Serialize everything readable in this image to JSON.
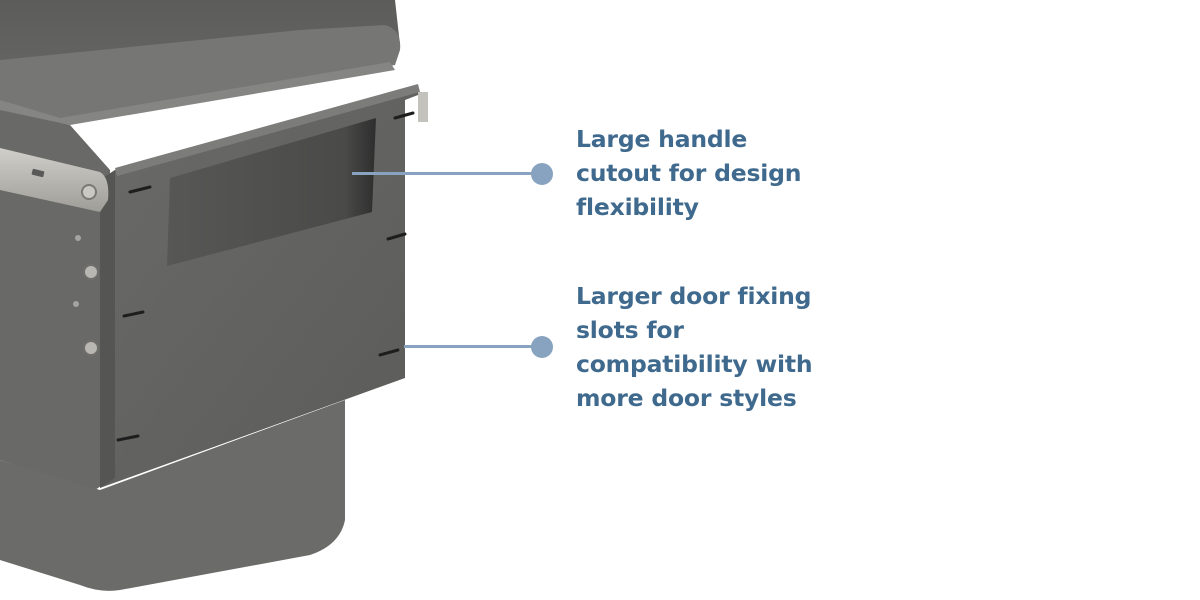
{
  "product": {
    "subject": "grey waste bin in metal frame with drawer runner",
    "colors": {
      "bin_body": "#6e6e6c",
      "frame": "#5f5f5d",
      "cutout": "#4a4a49",
      "runner": "#b7b6b1"
    }
  },
  "callouts": [
    {
      "id": "handle-cutout",
      "lines": [
        "Large handle",
        "cutout for design",
        "flexibility"
      ],
      "color": "#3f6a8e",
      "marker_color": "#87a3bf"
    },
    {
      "id": "door-fixing-slots",
      "lines": [
        "Larger door fixing",
        "slots for",
        "compatibility with",
        "more door styles"
      ],
      "color": "#3f6a8e",
      "marker_color": "#87a3bf"
    }
  ]
}
